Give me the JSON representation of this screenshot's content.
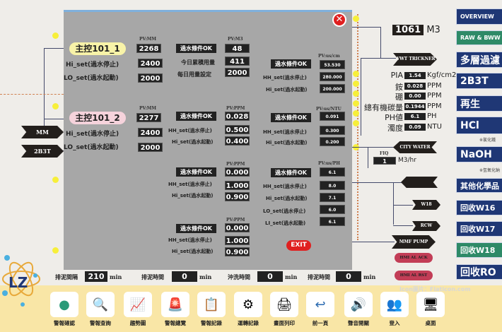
{
  "colors": {
    "panel": "#a7a7a7",
    "nav_blue": "#1f3775",
    "nav_green": "#2e8a67",
    "alarm": "#c23d56",
    "exit": "#e02020",
    "highlight_yellow": "#f8f3a8",
    "highlight_pink": "#f6d3dc",
    "toolbar_bg": "#f9e6a6"
  },
  "panel": {
    "ctrl1": {
      "name": "主控101_1",
      "pv_label": "PV:MM",
      "pv": "2268",
      "hi_label": "Hi_set(過水停止)",
      "hi": "2400",
      "lo_label": "LO_set(過水起動)",
      "lo": "2000"
    },
    "flow": {
      "status": "過水條件OK",
      "pv_label": "PV:M3",
      "pv": "48",
      "today_label": "今日累積用量",
      "today": "411",
      "daily_label": "每日用量設定",
      "daily": "2000"
    },
    "cond": {
      "status": "過水條件OK",
      "pv_label": "PV:us/cm",
      "pv": "53.530",
      "hh_label": "HH_set(過水停止)",
      "hh": "280.000",
      "hi_label": "Hi_set(過水起動)",
      "hi": "200.000"
    },
    "ctrl2": {
      "name": "主控101_2",
      "pv_label": "PV:MM",
      "pv": "2277",
      "hi_label": "Hi_set(過水停止)",
      "hi": "2400",
      "lo_label": "LO_set(過水起動)",
      "lo": "2000"
    },
    "ppm1": {
      "status": "過水條件OK",
      "pv_label": "PV:PPM",
      "pv": "0.028",
      "hh_label": "HH_set(過水停止)",
      "hh": "0.500",
      "hi_label": "Hi_set(過水起動)",
      "hi": "0.400"
    },
    "ntu": {
      "status": "過水條件OK",
      "pv_label": "PV:us/NTU",
      "pv": "0.091",
      "hh_label": "HH_set(過水停止)",
      "hh": "0.300",
      "hi_label": "Hi_set(過水起動)",
      "hi": "0.200"
    },
    "ppm2": {
      "status": "過水條件OK",
      "pv_label": "PV:PPM",
      "pv": "0.000",
      "hh_label": "HH_set(過水停止)",
      "hh": "1.000",
      "hi_label": "Hi_set(過水起動)",
      "hi": "0.900"
    },
    "ph": {
      "status": "過水條件OK",
      "pv_label": "PV:us/PH",
      "pv": "6.1",
      "hh_label": "HH_set(過水停止)",
      "hh": "8.0",
      "hi_label": "Hi_set(過水起動)",
      "hi": "7.1",
      "lo_label": "LO_set(過水停止)",
      "lo": "6.0",
      "li_label": "LI_set(過水起動)",
      "li": "6.1"
    },
    "ppm3": {
      "status": "過水條件OK",
      "pv_label": "PV:PPM",
      "pv": "0.000",
      "hh_label": "HH_set(過水停止)",
      "hh": "1.000",
      "hi_label": "Hi_set(過水起動)",
      "hi": "0.900"
    },
    "exit": "EXIT"
  },
  "left": {
    "mm": "MM",
    "b3t": "2B3T",
    "logo": "LZ"
  },
  "total": {
    "value": "1061",
    "unit": "M3"
  },
  "arrows": {
    "wwt": "WWT TRICKNER",
    "city": "CITY WATER",
    "w18": "W18",
    "rcw": "RCW",
    "mmf": "MMF PUMP"
  },
  "measurements": [
    {
      "label": "PIA",
      "value": "1.54",
      "unit": "Kgf/cm2"
    },
    {
      "label": "銨",
      "value": "0.028",
      "unit": "PPM"
    },
    {
      "label": "硼",
      "value": "0.00",
      "unit": "PPM"
    },
    {
      "label": "總有機碳量",
      "value": "0.1944",
      "unit": "PPM"
    },
    {
      "label": "PH値",
      "value": "6.1",
      "unit": "PH"
    },
    {
      "label": "濁度",
      "value": "0.09",
      "unit": "NTU"
    }
  ],
  "fiq": {
    "label": "FIQ",
    "value": "1",
    "unit": "M3/hr"
  },
  "hmi": {
    "ack": "HMI AL ACK",
    "rst": "HMI AL RST"
  },
  "nav": [
    "OVERVIEW",
    "RAW & BWW",
    "多層過濾",
    "2B3T",
    "再生",
    "HCl",
    "NaOH",
    "其他化學品",
    "回收W16",
    "回收W17",
    "回收W18",
    "回收RO"
  ],
  "nav_notes": {
    "hcl": "※氯化鐵",
    "naoh": "※氫氧化鈉"
  },
  "timers": [
    {
      "label": "排泥間隔",
      "value": "210",
      "unit": "min"
    },
    {
      "label": "排泥時間",
      "value": "0",
      "unit": "min"
    },
    {
      "label": "沖洗時間",
      "value": "0",
      "unit": "min"
    },
    {
      "label": "排泥時間",
      "value": "0",
      "unit": "min"
    }
  ],
  "credit": "Icon圖片：Flaticon.com",
  "toolbar": [
    {
      "label": "警報確認",
      "icon": "check-circle-icon"
    },
    {
      "label": "警報查詢",
      "icon": "search-document-icon"
    },
    {
      "label": "趨勢圖",
      "icon": "trend-chart-icon"
    },
    {
      "label": "警報總覽",
      "icon": "alarm-light-icon"
    },
    {
      "label": "警報記錄",
      "icon": "clipboard-warning-icon"
    },
    {
      "label": "運轉記錄",
      "icon": "gear-icon"
    },
    {
      "label": "畫面列印",
      "icon": "printer-icon"
    },
    {
      "label": "前一頁",
      "icon": "back-icon"
    },
    {
      "label": "聲音開關",
      "icon": "speaker-icon"
    },
    {
      "label": "登入",
      "icon": "users-lock-icon"
    },
    {
      "label": "桌面",
      "icon": "desktop-icon"
    }
  ]
}
